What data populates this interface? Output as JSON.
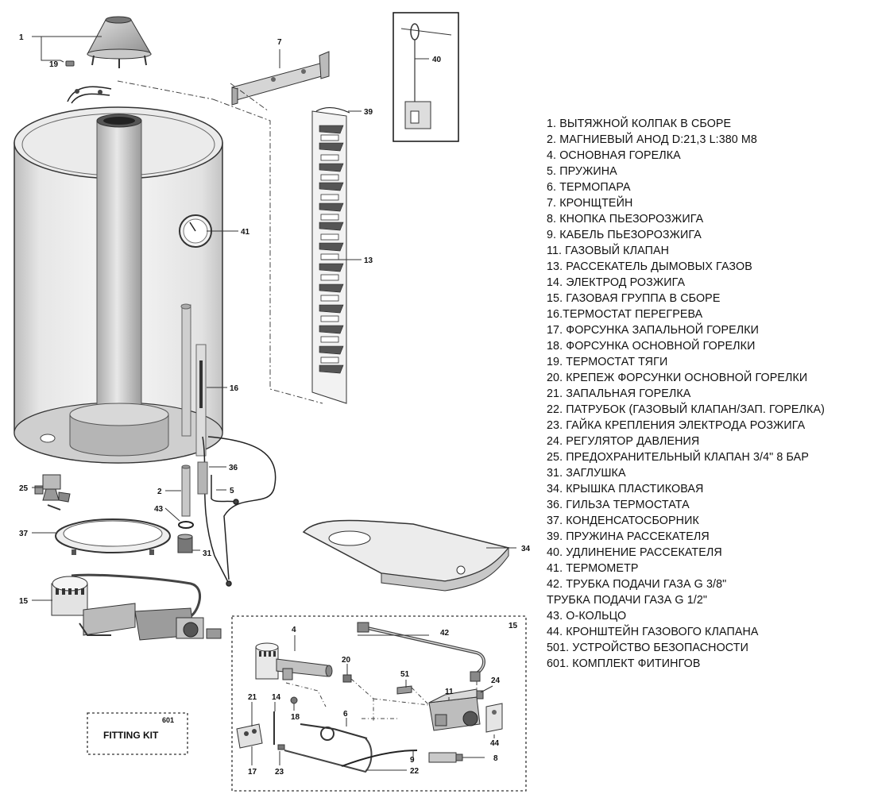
{
  "callouts": {
    "c1": "1",
    "c19": "19",
    "c7": "7",
    "c40": "40",
    "c39": "39",
    "c41": "41",
    "c13": "13",
    "c16": "16",
    "c36": "36",
    "c2": "2",
    "c5": "5",
    "c25": "25",
    "c43": "43",
    "c37": "37",
    "c31": "31",
    "c34": "34",
    "c15a": "15",
    "c15b": "15",
    "c4": "4",
    "c42": "42",
    "c20": "20",
    "c51": "51",
    "c11": "11",
    "c24": "24",
    "c18": "18",
    "c6": "6",
    "c44": "44",
    "c21": "21",
    "c14": "14",
    "c9": "9",
    "c8": "8",
    "c17": "17",
    "c23": "23",
    "c22": "22"
  },
  "fitting_kit": {
    "number": "601",
    "label": "FITTING KIT"
  },
  "legend": [
    "1. ВЫТЯЖНОЙ КОЛПАК В СБОРЕ",
    "2. МАГНИЕВЫЙ АНОД D:21,3 L:380 M8",
    "4. ОСНОВНАЯ ГОРЕЛКА",
    "5. ПРУЖИНА",
    "6. ТЕРМОПАРА",
    "7. КРОНЩТЕЙН",
    "8. КНОПКА ПЬЕЗОРОЗЖИГА",
    "9. КАБЕЛЬ ПЬЕЗОРОЗЖИГА",
    "11. ГАЗОВЫЙ КЛАПАН",
    "13. РАССЕКАТЕЛЬ ДЫМОВЫХ ГАЗОВ",
    "14. ЭЛЕКТРОД РОЗЖИГА",
    "15. ГАЗОВАЯ ГРУППА В СБОРЕ",
    "16.ТЕРМОСТАТ ПЕРЕГРЕВА",
    "17. ФОРСУНКА ЗАПАЛЬНОЙ ГОРЕЛКИ",
    "18. ФОРСУНКА ОСНОВНОЙ ГОРЕЛКИ",
    "19. ТЕРМОСТАТ ТЯГИ",
    "20. КРЕПЕЖ ФОРСУНКИ ОСНОВНОЙ ГОРЕЛКИ",
    "21. ЗАПАЛЬНАЯ ГОРЕЛКА",
    "22. ПАТРУБОК (ГАЗОВЫЙ КЛАПАН/ЗАП. ГОРЕЛКА)",
    "23. ГАЙКА КРЕПЛЕНИЯ ЭЛЕКТРОДА РОЗЖИГА",
    "24. РЕГУЛЯТОР ДАВЛЕНИЯ",
    "25. ПРЕДОХРАНИТЕЛЬНЫЙ КЛАПАН 3/4\" 8 БАР",
    "31. ЗАГЛУШКА",
    "34. КРЫШКА ПЛАСТИКОВАЯ",
    "36. ГИЛЬЗА ТЕРМОСТАТА",
    "37. КОНДЕНСАТОСБОРНИК",
    "39. ПРУЖИНА РАССЕКАТЕЛЯ",
    "40. УДЛИНЕНИЕ РАССЕКАТЕЛЯ",
    "41. ТЕРМОМЕТР",
    "42. ТРУБКА ПОДАЧИ ГАЗА G 3/8\"",
    "ТРУБКА ПОДАЧИ ГАЗА G 1/2\"",
    "43. О-КОЛЬЦО",
    "44. КРОНШТЕЙН ГАЗОВОГО КЛАПАНА",
    "501. УСТРОЙСТВО БЕЗОПАСНОСТИ",
    "601. КОМПЛЕКТ ФИТИНГОВ"
  ]
}
